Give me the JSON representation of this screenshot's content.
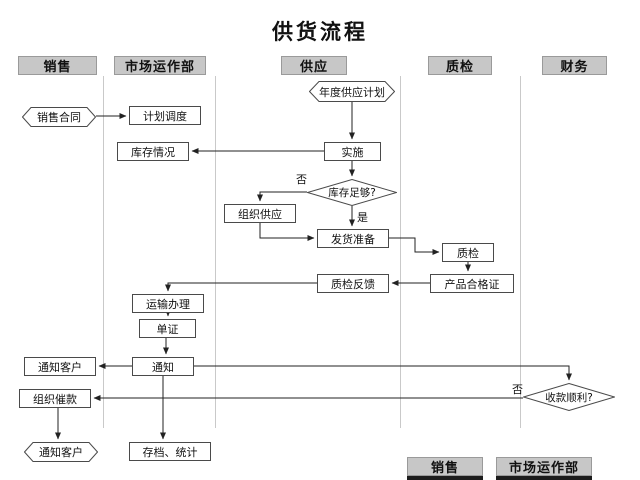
{
  "title": "供货流程",
  "lanes": {
    "sales": "销售",
    "market": "市场运作部",
    "supply": "供应",
    "qc": "质检",
    "finance": "财务"
  },
  "bottom_lanes": {
    "sales": "销售",
    "market": "市场运作部"
  },
  "nodes": {
    "sales_contract": "销售合同",
    "plan_dispatch": "计划调度",
    "inventory_status": "库存情况",
    "annual_supply_plan": "年度供应计划",
    "implement": "实施",
    "inventory_enough": "库存足够?",
    "organize_supply": "组织供应",
    "ship_prepare": "发货准备",
    "qc_check": "质检",
    "qc_feedback": "质检反馈",
    "product_cert": "产品合格证",
    "transport": "运输办理",
    "documents": "单证",
    "notify_customer": "通知客户",
    "notify": "通知",
    "organize_collection": "组织催款",
    "payment_smooth": "收款顺利?",
    "notify_customer_2": "通知客户",
    "archive_stats": "存档、统计"
  },
  "labels": {
    "no1": "否",
    "yes1": "是",
    "no2": "否"
  },
  "colors": {
    "lane_header_bg": "#c7c7c7",
    "connector_line": "#222222",
    "node_border": "#4a4a4a"
  }
}
